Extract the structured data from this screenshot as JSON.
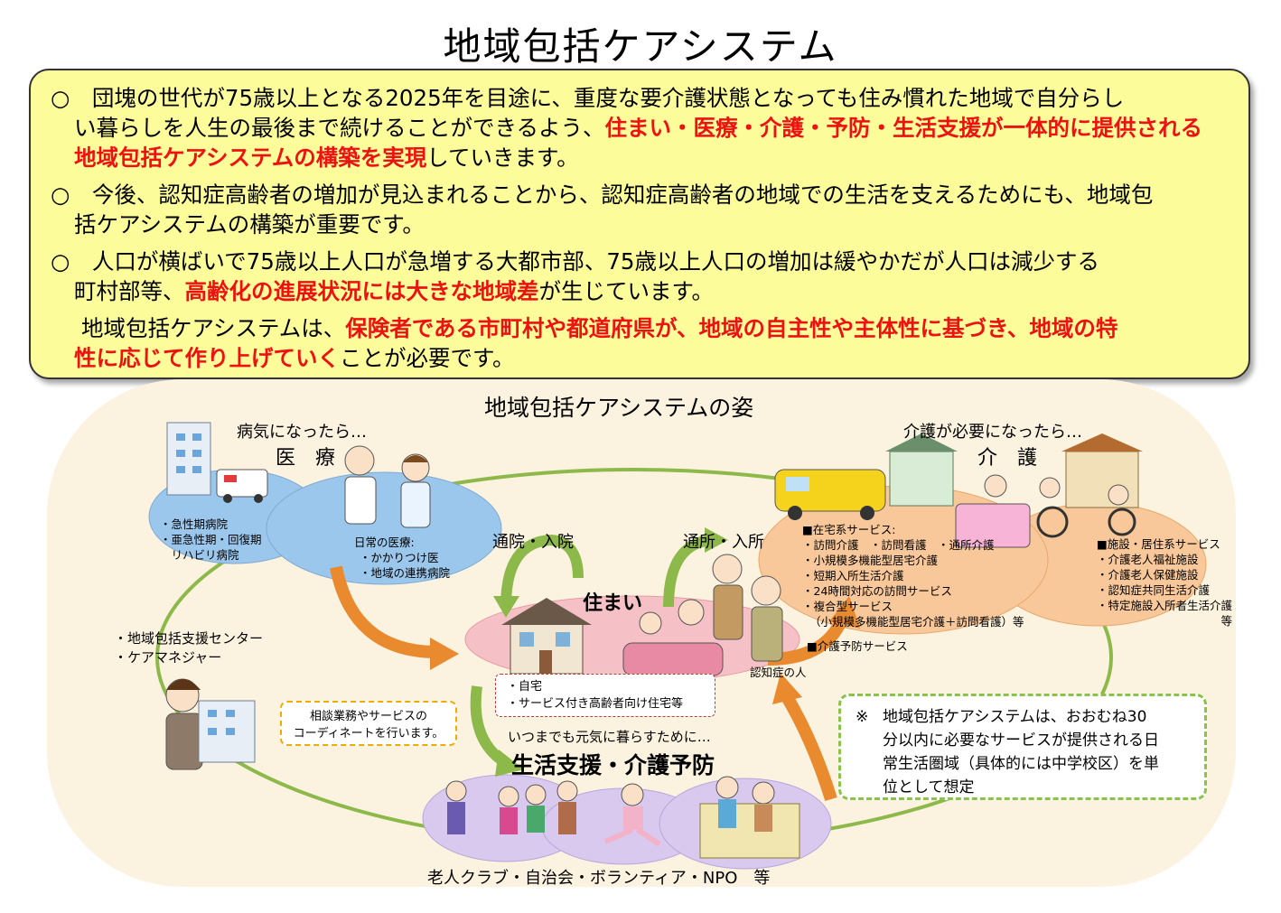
{
  "title": "地域包括ケアシステム",
  "summary": {
    "p1": {
      "a": "○　団塊の世代が75歳以上となる2025年を目途に、重度な要介護状態となっても住み慣れた地域で自分らし",
      "b": "い暮らしを人生の最後まで続けることができるよう、",
      "c": "住まい・医療・介護・予防・生活支援が一体的に提供される",
      "d": "地域包括ケアシステムの構築を実現",
      "e": "していきます。"
    },
    "p2": {
      "a": "○　今後、認知症高齢者の増加が見込まれることから、認知症高齢者の地域での生活を支えるためにも、地域包",
      "b": "括ケアシステムの構築が重要です。"
    },
    "p3": {
      "a": "○　人口が横ばいで75歳以上人口が急増する大都市部、75歳以上人口の増加は緩やかだが人口は減少する",
      "b": "町村部等、",
      "c": "高齢化の進展状況には大きな地域差",
      "d": "が生じています。"
    },
    "p4": {
      "a": "地域包括ケアシステムは、",
      "b": "保険者である市町村や都道府県が、地域の自主性や主体性に基づき、地域の特",
      "c": "性に応じて作り上げていく",
      "d": "ことが必要です。"
    }
  },
  "diagram": {
    "heading": "地域包括ケアシステムの姿",
    "medical": {
      "trigger": "病気になったら…",
      "title": "医　療",
      "hospitals": [
        "・急性期病院",
        "・亜急性期・回復期",
        "　リハビリ病院"
      ],
      "daily_title": "日常の医療:",
      "daily_items": [
        "・かかりつけ医",
        "・地域の連携病院"
      ]
    },
    "care": {
      "trigger": "介護が必要になったら…",
      "title": "介　護",
      "home_title": "■在宅系サービス:",
      "home_items": [
        "・訪問介護　・訪問看護　・通所介護",
        "・小規模多機能型居宅介護",
        "・短期入所生活介護",
        "・24時間対応の訪問サービス",
        "・複合型サービス",
        "（小規模多機能型居宅介護＋訪問看護）等"
      ],
      "prevention": "■介護予防サービス",
      "facility_title": "■施設・居住系サービス",
      "facility_items": [
        "・介護老人福祉施設",
        "・介護老人保健施設",
        "・認知症共同生活介護",
        "・特定施設入所者生活介護"
      ],
      "facility_etc": "等"
    },
    "home": {
      "title": "住まい",
      "items": [
        "・自宅",
        "・サービス付き高齢者向け住宅等"
      ],
      "dementia_label": "認知症の人"
    },
    "arrows": {
      "hospital": "通院・入院",
      "daycare": "通所・入所"
    },
    "support_center": {
      "line1": "・地域包括支援センター",
      "line2": "・ケアマネジャー"
    },
    "consult": {
      "line1": "相談業務やサービスの",
      "line2": "コーディネートを行います。"
    },
    "life": {
      "trigger": "いつまでも元気に暮らすために…",
      "title": "生活支援・介護予防",
      "orgs": "老人クラブ・自治会・ボランティア・NPO　等"
    },
    "note": {
      "mark": "※",
      "lines": [
        "地域包括ケアシステムは、おおむね30",
        "分以内に必要なサービスが提供される日",
        "常生活圏域（具体的には中学校区）を単",
        "位として想定"
      ]
    }
  },
  "colors": {
    "summary_bg": "#fcfc9a",
    "highlight": "#ee1111",
    "panel_bg": "#fbf3e0",
    "medical_blue": "#9cc7ec",
    "care_orange": "#f9c89a",
    "home_pink": "#f6c1c6",
    "life_purple": "#d9c9ef",
    "ring_green": "#8db84a",
    "arrow_orange": "#e98a2e",
    "dash_yellow": "#f2a900"
  },
  "icons": [
    "hospital-icon",
    "ambulance-icon",
    "doctor-icon",
    "nurse-icon",
    "daycare-van-icon",
    "care-facility-icon",
    "bath-care-icon",
    "wheelchair-icon",
    "house-icon",
    "family-icon",
    "elderly-couple-icon",
    "care-manager-icon",
    "office-building-icon",
    "elderly-group-icon",
    "exercise-icon",
    "helper-icon"
  ]
}
